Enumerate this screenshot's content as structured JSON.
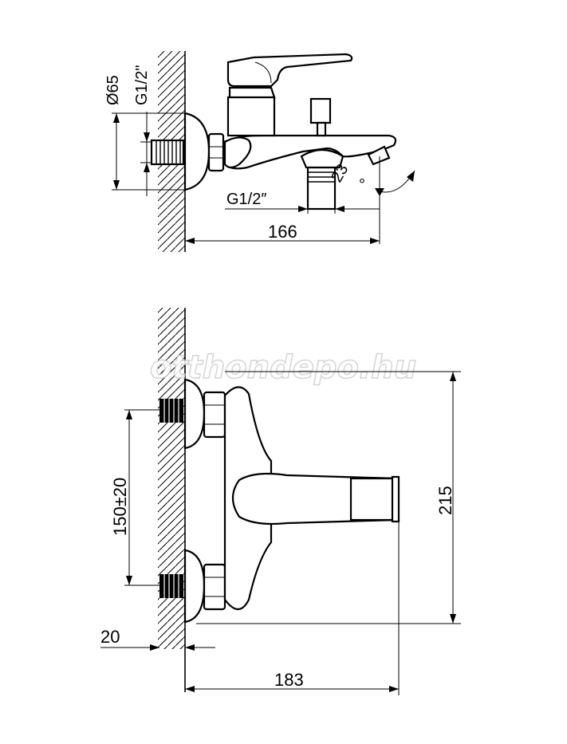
{
  "top_view": {
    "dim_diameter": "Ø65",
    "dim_thread_wall": "G1/2\"",
    "dim_thread_outlet": "G1/2″",
    "dim_angle": "23",
    "dim_degree": "°",
    "dim_depth": "166"
  },
  "front_view": {
    "dim_spacing": "150±20",
    "dim_height": "215",
    "dim_wall_offset": "20",
    "dim_depth": "183"
  },
  "watermark": "otthondepo.hu"
}
